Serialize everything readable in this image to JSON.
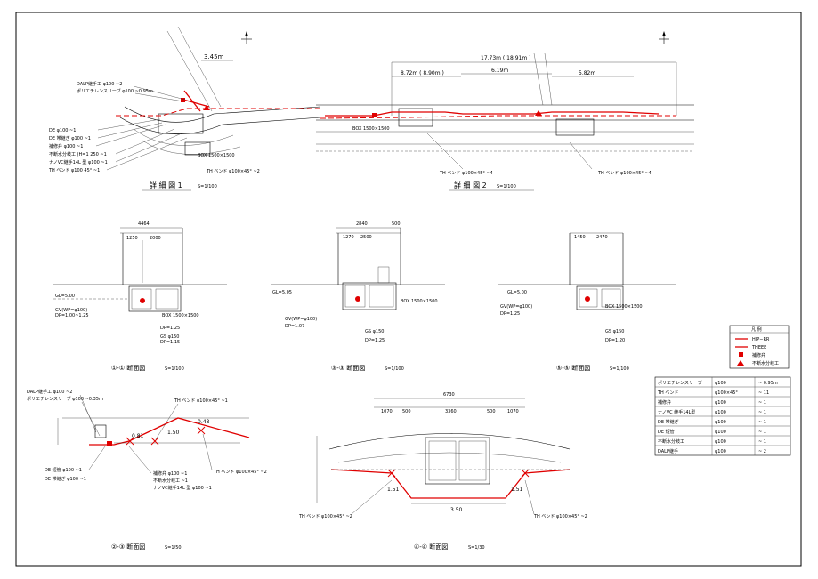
{
  "detail1": {
    "title": "詳 細 図 1",
    "scale": "S=1/100",
    "dim": "3.45m",
    "notes_top": [
      "DALP継手工 φ100 ~2",
      "ポリエチレンスリーブ φ100 ~0.95m"
    ],
    "notes_left": [
      "DE φ100 ~1",
      "DE 帯継ぎ φ100 ~1",
      "補修弁 φ100 ~1",
      "不断水分岐工 (H=1 250 ~1",
      "ナノVC継手14L 型 φ100 ~1",
      "TH ベンド φ100 45° ~1"
    ],
    "box_label": "BOX 1500×1500",
    "bottom_label": "TH ベンド φ100×45° ~2"
  },
  "detail2": {
    "title": "詳 細 図 2",
    "scale": "S=1/100",
    "dims": [
      "17.73m ( 18.91m )",
      "8.72m ( 8.90m )",
      "6.19m",
      "5.82m"
    ],
    "box_label": "BOX 1500×1500",
    "bottom_labels": [
      "TH ベンド φ100×45° ~4",
      "TH ベンド φ100×45° ~4"
    ]
  },
  "section1": {
    "title": "①-① 断面図",
    "scale": "S=1/100",
    "dims": [
      "4464",
      "1250",
      "2000"
    ],
    "gl": "GL=5.00",
    "box": "BOX 1500×1500",
    "notes": [
      "GV(WP=φ100)",
      "DP=1.00~1.25",
      "DP=1.25",
      "GS φ150",
      "DP=1.15"
    ]
  },
  "section3": {
    "title": "③-③ 断面図",
    "scale": "S=1/100",
    "dims": [
      "2840",
      "1270",
      "2500",
      "500"
    ],
    "gl": "GL=5.05",
    "box": "BOX 1500×1500",
    "notes": [
      "GV(WP=φ100)",
      "DP=1.07",
      "GS φ150",
      "DP=1.25"
    ]
  },
  "section5": {
    "title": "⑤-⑤ 断面図",
    "scale": "S=1/100",
    "dims": [
      "1450",
      "2470"
    ],
    "gl": "GL=5.00",
    "box": "BOX 1500×1500",
    "notes": [
      "GV(WP=φ100)",
      "DP=1.25",
      "GS φ150",
      "DP=1.20"
    ]
  },
  "section2": {
    "title": "②-③ 断面図",
    "scale": "S=1/50",
    "dims": [
      "0.81",
      "1.50",
      "0.48"
    ],
    "notes_top": [
      "DALP継手工 φ100 ~2",
      "ポリエチレンスリーブ φ100 ~0.35m"
    ],
    "notes_right": [
      "TH ベンド φ100×45° ~1",
      "TH ベンド φ100×45° ~2"
    ],
    "notes_bottom": [
      "補修弁 φ100 ~1",
      "不断水分岐工 ~1",
      "ナノVC継手14L 型 φ100 ~1"
    ],
    "notes_left": [
      "DE 短管 φ100 ~1",
      "DE 帯継ぎ φ100 ~1"
    ]
  },
  "section4": {
    "title": "④-④ 断面図",
    "scale": "S=1/30",
    "dims": [
      "6730",
      "1070",
      "500",
      "3360",
      "500",
      "1070"
    ],
    "span": "3.50",
    "side": [
      "1.51",
      "1.51"
    ],
    "notes": [
      "TH ベンド φ100×45° ~2",
      "TH ベンド φ100×45° ~2"
    ]
  },
  "legend": {
    "title": "凡 例",
    "items": [
      "HIP−RR",
      "THEEE",
      "補修弁",
      "不断水分岐工"
    ]
  },
  "materials": [
    {
      "name": "ポリエチレンスリーブ",
      "size": "φ100",
      "qty": "~ 0.95m"
    },
    {
      "name": "TH ベンド",
      "size": "φ100×45°",
      "qty": "~ 11"
    },
    {
      "name": "補修弁",
      "size": "φ100",
      "qty": "~ 1"
    },
    {
      "name": "ナノVC 継手14L型",
      "size": "φ100",
      "qty": "~ 1"
    },
    {
      "name": "DE 帯継ぎ",
      "size": "φ100",
      "qty": "~ 1"
    },
    {
      "name": "DE 短管",
      "size": "φ100",
      "qty": "~ 1"
    },
    {
      "name": "不断水分岐工",
      "size": "φ100",
      "qty": "~ 1"
    },
    {
      "name": "DALP継手",
      "size": "φ100",
      "qty": "~ 2"
    }
  ],
  "colors": {
    "pipe": "#e00000",
    "line": "#000000"
  }
}
